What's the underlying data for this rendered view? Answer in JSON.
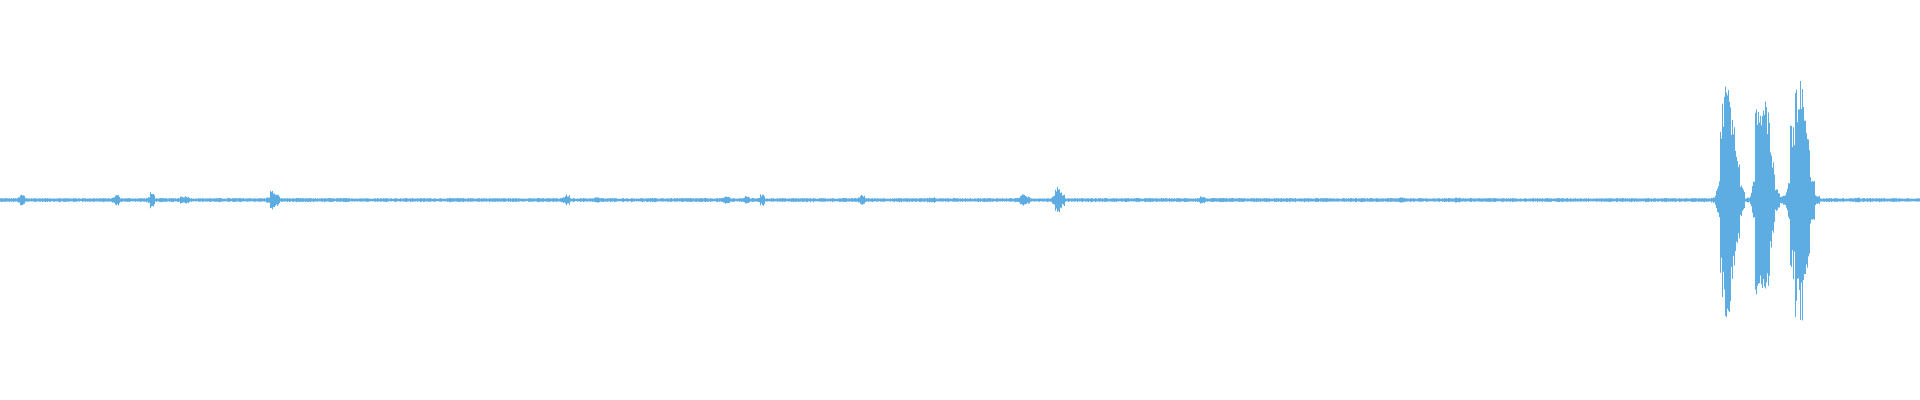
{
  "chart_data": {
    "type": "area",
    "title": "",
    "xlabel": "",
    "ylabel": "",
    "ylim": [
      -1,
      1
    ],
    "grid": false,
    "color": "#5dade2",
    "background": "#ffffff",
    "symmetric_waveform": true,
    "peak_envelope": [
      0.01,
      0.01,
      0.01,
      0.01,
      0.03,
      0.01,
      0.01,
      0.01,
      0.01,
      0.01,
      0.01,
      0.01,
      0.01,
      0.01,
      0.01,
      0.01,
      0.01,
      0.01,
      0.01,
      0.01,
      0.01,
      0.01,
      0.01,
      0.03,
      0.01,
      0.01,
      0.01,
      0.01,
      0.01,
      0.01,
      0.04,
      0.01,
      0.01,
      0.01,
      0.01,
      0.01,
      0.02,
      0.02,
      0.01,
      0.01,
      0.01,
      0.01,
      0.01,
      0.01,
      0.01,
      0.01,
      0.01,
      0.01,
      0.01,
      0.01,
      0.01,
      0.01,
      0.01,
      0.01,
      0.05,
      0.03,
      0.01,
      0.01,
      0.01,
      0.01,
      0.01,
      0.01,
      0.01,
      0.01,
      0.01,
      0.01,
      0.01,
      0.01,
      0.01,
      0.01,
      0.01,
      0.01,
      0.01,
      0.01,
      0.01,
      0.01,
      0.01,
      0.01,
      0.01,
      0.01,
      0.01,
      0.01,
      0.01,
      0.01,
      0.01,
      0.01,
      0.01,
      0.01,
      0.01,
      0.01,
      0.01,
      0.01,
      0.01,
      0.01,
      0.01,
      0.01,
      0.01,
      0.01,
      0.01,
      0.01,
      0.01,
      0.01,
      0.01,
      0.01,
      0.01,
      0.01,
      0.01,
      0.01,
      0.01,
      0.01,
      0.01,
      0.01,
      0.01,
      0.03,
      0.01,
      0.01,
      0.01,
      0.01,
      0.01,
      0.015,
      0.01,
      0.01,
      0.01,
      0.01,
      0.01,
      0.01,
      0.01,
      0.01,
      0.01,
      0.01,
      0.01,
      0.01,
      0.01,
      0.01,
      0.01,
      0.01,
      0.01,
      0.01,
      0.01,
      0.01,
      0.01,
      0.01,
      0.01,
      0.01,
      0.01,
      0.02,
      0.01,
      0.01,
      0.01,
      0.02,
      0.01,
      0.01,
      0.03,
      0.01,
      0.01,
      0.01,
      0.01,
      0.01,
      0.01,
      0.01,
      0.01,
      0.01,
      0.01,
      0.01,
      0.01,
      0.01,
      0.01,
      0.01,
      0.01,
      0.01,
      0.01,
      0.01,
      0.03,
      0.01,
      0.01,
      0.01,
      0.01,
      0.01,
      0.01,
      0.01,
      0.01,
      0.01,
      0.01,
      0.01,
      0.01,
      0.01,
      0.015,
      0.01,
      0.01,
      0.01,
      0.01,
      0.01,
      0.01,
      0.01,
      0.01,
      0.01,
      0.01,
      0.01,
      0.01,
      0.01,
      0.01,
      0.01,
      0.01,
      0.01,
      0.03,
      0.02,
      0.01,
      0.01,
      0.01,
      0.01,
      0.01,
      0.07,
      0.04,
      0.01,
      0.01,
      0.01,
      0.01,
      0.01,
      0.01,
      0.01,
      0.01,
      0.01,
      0.01,
      0.01,
      0.01,
      0.01,
      0.01,
      0.01,
      0.01,
      0.01,
      0.01,
      0.01,
      0.01,
      0.01,
      0.01,
      0.01,
      0.01,
      0.01,
      0.01,
      0.01,
      0.02,
      0.01,
      0.01,
      0.01,
      0.01,
      0.01,
      0.01,
      0.01,
      0.01,
      0.01,
      0.01,
      0.01,
      0.01,
      0.01,
      0.01,
      0.01,
      0.01,
      0.01,
      0.01,
      0.01,
      0.01,
      0.01,
      0.01,
      0.01,
      0.01,
      0.01,
      0.01,
      0.01,
      0.01,
      0.01,
      0.01,
      0.01,
      0.01,
      0.01,
      0.01,
      0.01,
      0.01,
      0.01,
      0.01,
      0.01,
      0.015,
      0.01,
      0.01,
      0.01,
      0.01,
      0.01,
      0.01,
      0.01,
      0.01,
      0.01,
      0.01,
      0.015,
      0.01,
      0.01,
      0.01,
      0.01,
      0.01,
      0.01,
      0.01,
      0.01,
      0.01,
      0.01,
      0.01,
      0.01,
      0.01,
      0.01,
      0.01,
      0.01,
      0.01,
      0.01,
      0.01,
      0.01,
      0.01,
      0.01,
      0.01,
      0.01,
      0.01,
      0.01,
      0.01,
      0.01,
      0.01,
      0.01,
      0.01,
      0.01,
      0.01,
      0.01,
      0.01,
      0.01,
      0.01,
      0.01,
      0.01,
      0.01,
      0.01,
      0.01,
      0.01,
      0.01,
      0.01,
      0.01,
      0.01,
      0.01,
      0.01,
      0.01,
      0.01,
      0.03,
      0.5,
      0.57,
      0.5,
      0.3,
      0.08,
      0.01,
      0.03,
      0.45,
      0.58,
      0.5,
      0.25,
      0.06,
      0.02,
      0.03,
      0.4,
      0.55,
      0.6,
      0.4,
      0.12,
      0.03,
      0.01,
      0.01,
      0.01,
      0.01,
      0.01,
      0.01,
      0.01,
      0.015,
      0.01,
      0.01,
      0.01,
      0.01,
      0.01,
      0.01,
      0.01,
      0.01,
      0.01,
      0.01,
      0.01,
      0.01
    ]
  }
}
